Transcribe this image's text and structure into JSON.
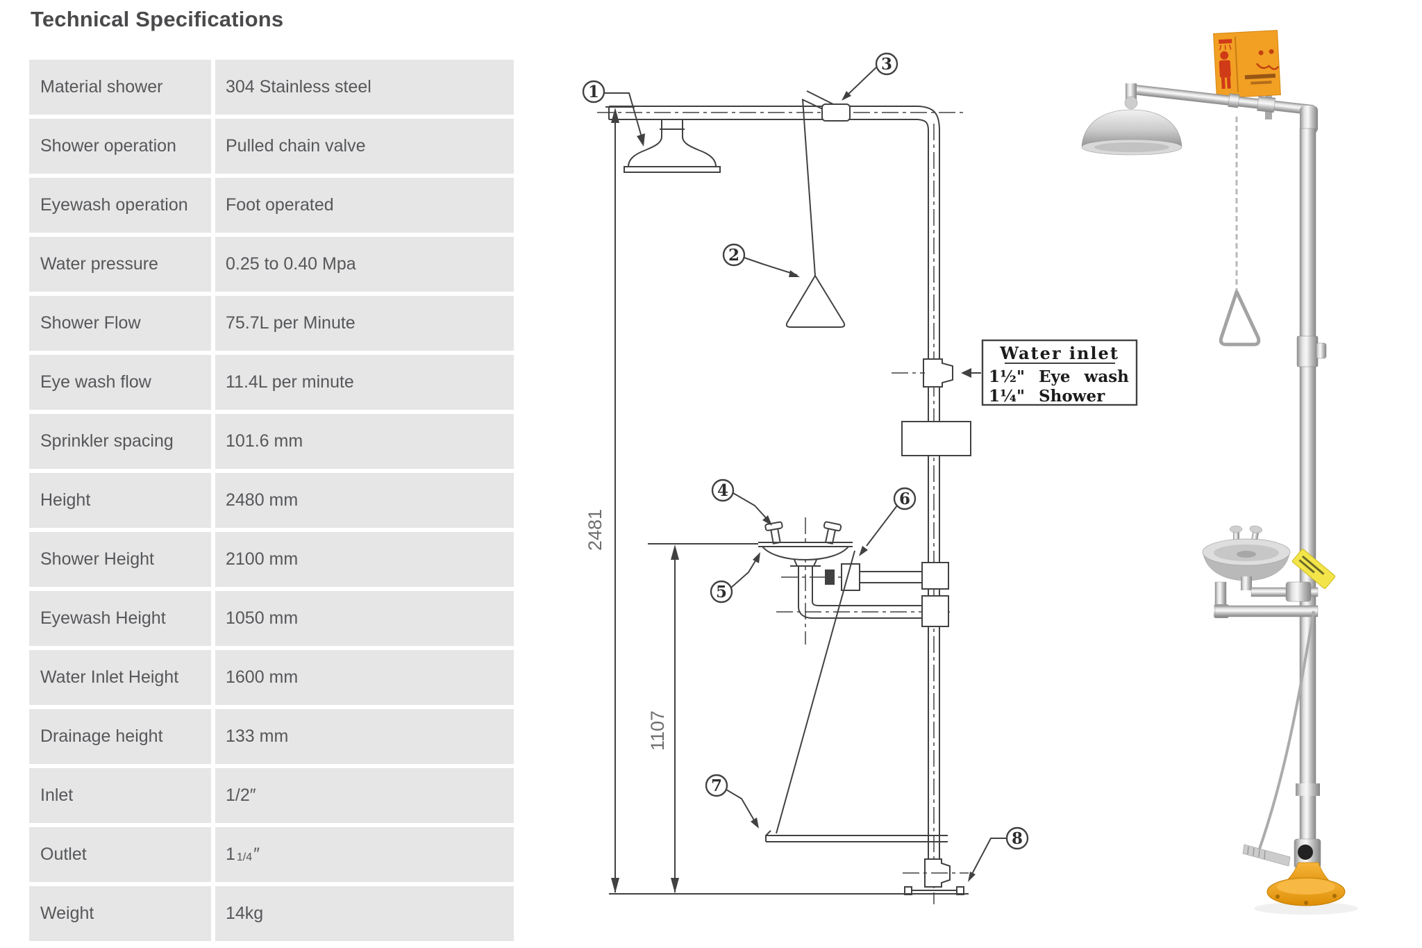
{
  "page": {
    "title": "Technical Specifications"
  },
  "spec_table": {
    "rows": [
      {
        "label": "Material shower",
        "value": "304 Stainless steel"
      },
      {
        "label": "Shower operation",
        "value": "Pulled chain valve"
      },
      {
        "label": "Eyewash operation",
        "value": "Foot operated"
      },
      {
        "label": "Water pressure",
        "value": "0.25 to 0.40 Mpa"
      },
      {
        "label": "Shower Flow",
        "value": "75.7L per Minute"
      },
      {
        "label": "Eye wash flow",
        "value": "11.4L per minute"
      },
      {
        "label": "Sprinkler spacing",
        "value": "101.6 mm"
      },
      {
        "label": "Height",
        "value": "2480 mm"
      },
      {
        "label": "Shower Height",
        "value": "2100 mm"
      },
      {
        "label": "Eyewash Height",
        "value": "1050 mm"
      },
      {
        "label": "Water Inlet Height",
        "value": "1600 mm"
      },
      {
        "label": "Drainage height",
        "value": "133 mm"
      },
      {
        "label": "Inlet",
        "value": "1/2″"
      },
      {
        "label": "Outlet",
        "value_parts": [
          {
            "t": "1 "
          },
          {
            "t": "1/4",
            "small": true
          },
          {
            "t": "″"
          }
        ]
      },
      {
        "label": "Weight",
        "value": "14kg"
      }
    ]
  },
  "diagram": {
    "callouts": [
      "1",
      "2",
      "3",
      "4",
      "5",
      "6",
      "7",
      "8"
    ],
    "dimensions": {
      "overall": "2481",
      "lower": "1107"
    },
    "inlet_box": {
      "title": "Water inlet",
      "line1": "1½\" Eye wash",
      "line2": "1¼\" Shower"
    }
  },
  "photo": {
    "icons": [
      "emergency-sign-icon",
      "shower-head",
      "pull-handle",
      "eyewash-bowl",
      "foot-pedal"
    ]
  },
  "colors": {
    "table_cell_bg": "#e6e6e6",
    "table_text": "#56575a",
    "title_text": "#4a4a4c",
    "drawing_line": "#414141",
    "sign_orange": "#f2a024",
    "base_orange": "#f09d1e",
    "tag_yellow": "#f3e549"
  }
}
